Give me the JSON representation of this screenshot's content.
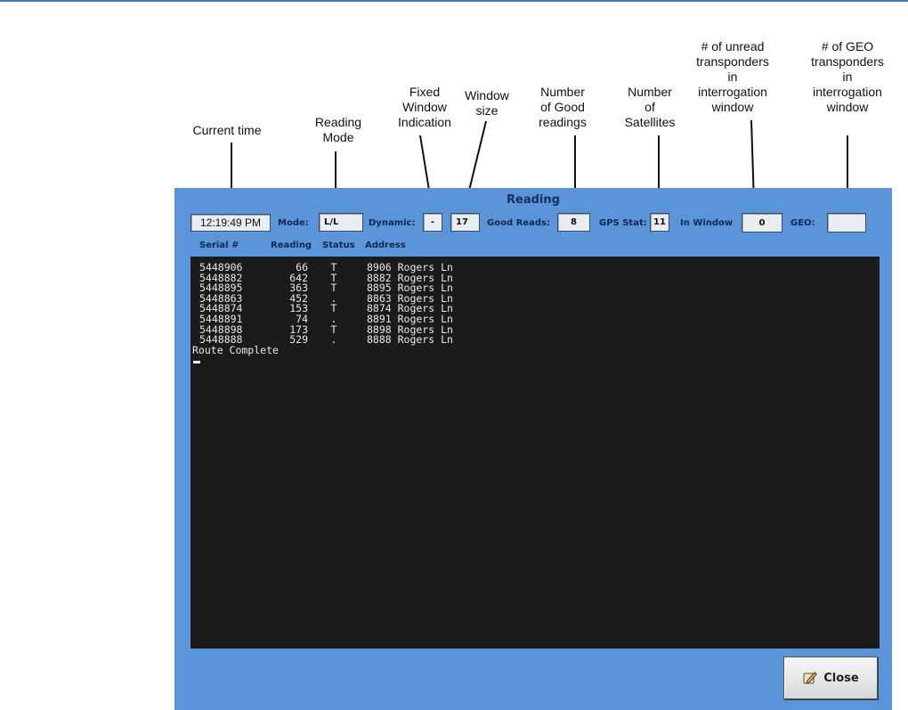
{
  "annotations": {
    "current_time": [
      "Current time"
    ],
    "reading_mode": [
      "Reading",
      "Mode"
    ],
    "fixed_window": [
      "Fixed",
      "Window",
      "Indication"
    ],
    "window_size": [
      "Window",
      "size"
    ],
    "good_readings": [
      "Number",
      "of Good",
      "readings"
    ],
    "satellites": [
      "Number",
      "of",
      "Satellites"
    ],
    "unread_transponders": [
      "#  of unread",
      "transponders",
      "in",
      "interrogation",
      "window"
    ],
    "geo_transponders": [
      "#  of GEO",
      "transponders",
      "in",
      "interrogation",
      "window"
    ]
  },
  "window": {
    "title": "Reading",
    "time_value": "12:19:49 PM",
    "mode_label": "Mode:",
    "mode_value": "L/L",
    "dynamic_label": "Dynamic:",
    "dynamic_value": "-",
    "window_size_value": "17",
    "good_reads_label": "Good Reads:",
    "good_reads_value": "8",
    "gps_label": "GPS Stat:",
    "gps_value": "11",
    "in_window_label": "In Window",
    "in_window_value": "0",
    "geo_label": "GEO:",
    "geo_value": ""
  },
  "table": {
    "headers": [
      "Serial #",
      "Reading",
      "Status",
      "Address"
    ],
    "rows": [
      {
        "serial": "5448906",
        "reading": "66",
        "status": "T",
        "address": "8906 Rogers Ln"
      },
      {
        "serial": "5448882",
        "reading": "642",
        "status": "T",
        "address": "8882 Rogers Ln"
      },
      {
        "serial": "5448895",
        "reading": "363",
        "status": "T",
        "address": "8895 Rogers Ln"
      },
      {
        "serial": "5448863",
        "reading": "452",
        "status": ".",
        "address": "8863 Rogers Ln"
      },
      {
        "serial": "5448874",
        "reading": "153",
        "status": "T",
        "address": "8874 Rogers Ln"
      },
      {
        "serial": "5448891",
        "reading": "74",
        "status": ".",
        "address": "8891 Rogers Ln"
      },
      {
        "serial": "5448898",
        "reading": "173",
        "status": "T",
        "address": "8898 Rogers Ln"
      },
      {
        "serial": "5448888",
        "reading": "529",
        "status": ".",
        "address": "8888 Rogers Ln"
      }
    ],
    "message": "Route Complete"
  },
  "close_button": {
    "label": "Close",
    "icon": "pencil-icon"
  },
  "colors": {
    "window_bg": "#5b95d9",
    "console_bg": "#1c1a1a",
    "label_text": "#10284f"
  }
}
